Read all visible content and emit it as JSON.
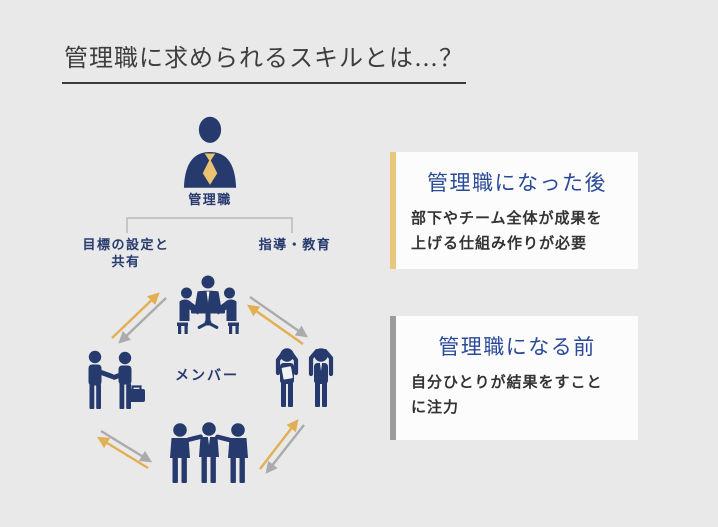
{
  "title": "管理職に求められるスキルとは…？",
  "diagram": {
    "manager_label": "管理職",
    "left_branch_line1": "目標の設定と",
    "left_branch_line2": "共有",
    "right_branch_label": "指導・教育",
    "center_label": "メンバー",
    "icons": {
      "top": "manager-person-with-tie-icon",
      "flow_top": "team-meeting-table-icon",
      "flow_left": "handshake-briefcase-icon",
      "flow_right": "confused-members-icon",
      "flow_bottom": "team-shoulders-icon"
    }
  },
  "cards": [
    {
      "heading": "管理職になった後",
      "body_lines": [
        "部下やチーム全体が成果を",
        "上げる仕組み作りが必要"
      ],
      "accent": "#e9c87e"
    },
    {
      "heading": "管理職になる前",
      "body_lines": [
        "自分ひとりが結果をすこと",
        "に注力"
      ],
      "accent": "#9c9c9c"
    }
  ],
  "colors": {
    "background": "#e9e9e9",
    "navy": "#273a6e",
    "tie_gold": "#e9c36f",
    "arrow_gold": "#e2af52",
    "arrow_gray": "#ababab",
    "bracket_gray": "#bbbbbb",
    "title_gray": "#3d3d3d",
    "heading_blue": "#2a4a99",
    "card_background": "#fcfcfc"
  }
}
